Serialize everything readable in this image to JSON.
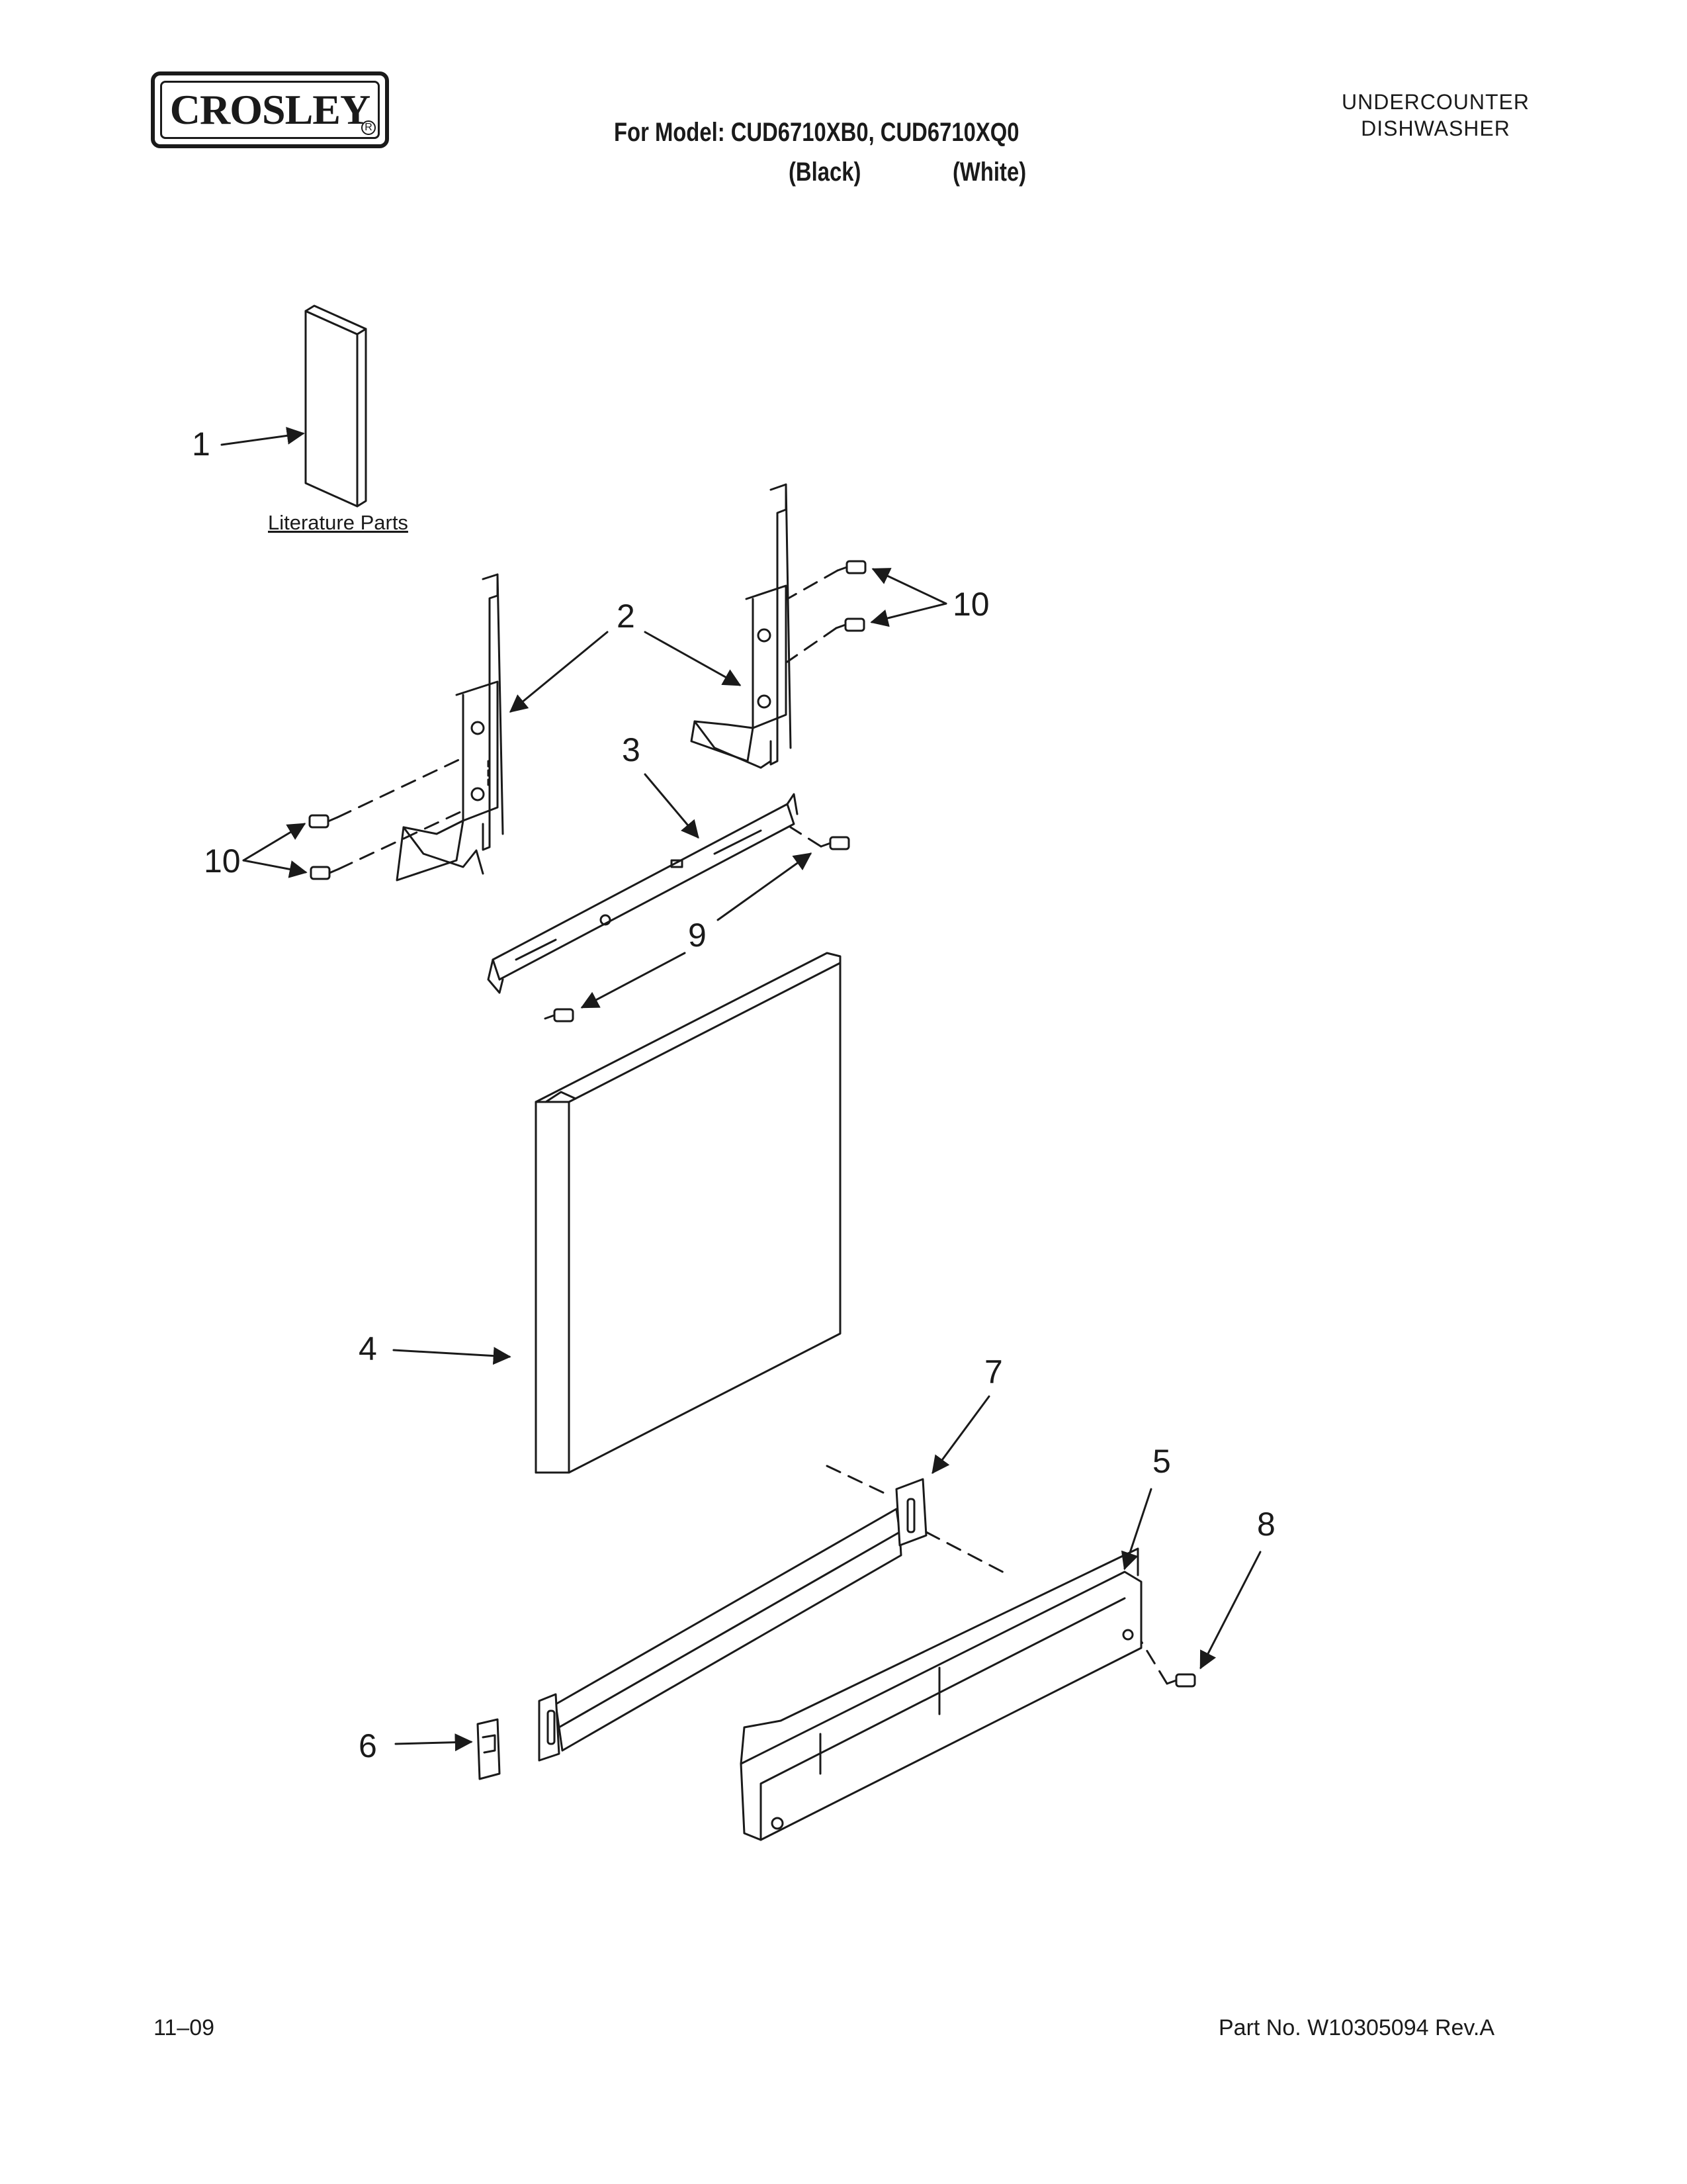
{
  "header": {
    "brand": "CROSLEY",
    "registered": "R",
    "model_line": "For Model: CUD6710XB0, CUD6710XQ0",
    "color_black": "(Black)",
    "color_white": "(White)",
    "category_line1": "UNDERCOUNTER",
    "category_line2": "DISHWASHER"
  },
  "diagram": {
    "callouts": [
      "1",
      "2",
      "3",
      "4",
      "5",
      "6",
      "7",
      "8",
      "9",
      "10",
      "10"
    ],
    "literature_label": "Literature Parts"
  },
  "footer": {
    "date": "11–09",
    "part_number": "Part No. W10305094 Rev.A"
  }
}
